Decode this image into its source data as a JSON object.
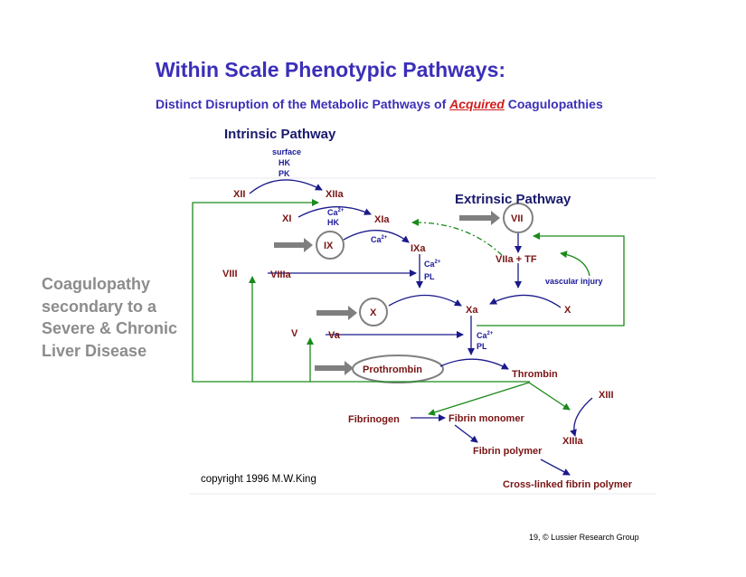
{
  "slide": {
    "title": "Within Scale Phenotypic Pathways:",
    "subtitle_before": "Distinct Disruption of the Metabolic Pathways of ",
    "subtitle_emphasis": "Acquired",
    "subtitle_after": " Coagulopathies",
    "side_text": "Coagulopathy secondary to a Severe & Chronic Liver Disease",
    "footer": "19, © Lussier Research Group"
  },
  "diagram": {
    "intrinsic_heading": "Intrinsic Pathway",
    "extrinsic_heading": "Extrinsic Pathway",
    "surface": "surface",
    "hk": "HK",
    "pk": "PK",
    "xii": "XII",
    "xiia": "XIIa",
    "xi": "XI",
    "xia": "XIa",
    "ca_1": "Ca",
    "hk_2": "HK",
    "ix": "IX",
    "ca_2": "Ca",
    "ixa": "IXa",
    "ca_3": "Ca",
    "pl_1": "PL",
    "viii": "VIII",
    "viiia": "VIIIa",
    "vii": "VII",
    "viia_tf": "VIIa + TF",
    "vascular_injury": "vascular injury",
    "x_left": "X",
    "xa": "Xa",
    "x_right": "X",
    "v": "V",
    "va": "Va",
    "ca_4": "Ca",
    "pl_2": "PL",
    "prothrombin": "Prothrombin",
    "thrombin": "Thrombin",
    "xiii": "XIII",
    "fibrinogen": "Fibrinogen",
    "fibrin_monomer": "Fibrin monomer",
    "xiiia": "XIIIa",
    "fibrin_polymer": "Fibrin polymer",
    "crosslinked": "Cross-linked fibrin polymer",
    "copyright": "copyright 1996 M.W.King",
    "superscript": "2+"
  }
}
